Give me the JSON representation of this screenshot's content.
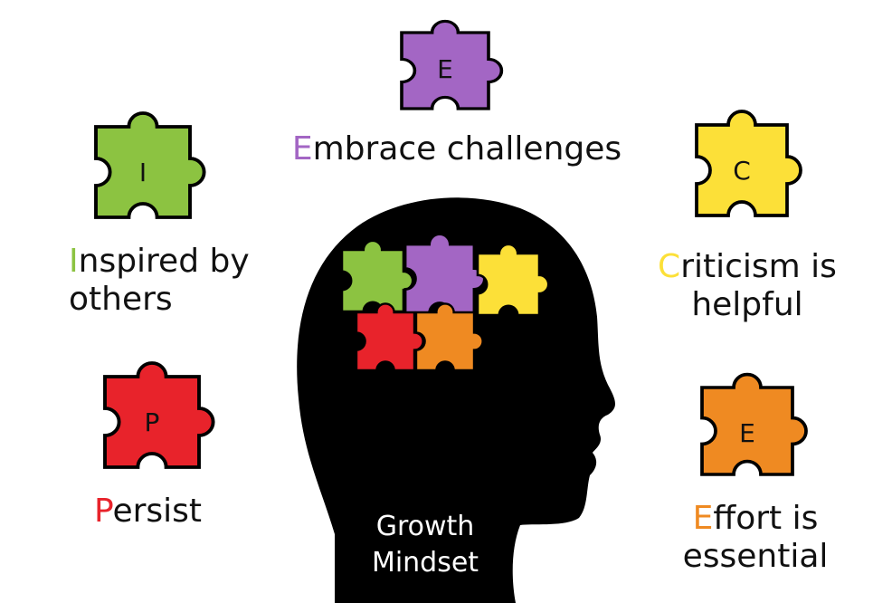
{
  "diagram": {
    "center_label": {
      "line1": "Growth",
      "line2": "Mindset"
    },
    "pieces": [
      {
        "letter": "E",
        "color": "#a366c4",
        "text_first": "E",
        "text_rest": "mbrace challenges",
        "line2": ""
      },
      {
        "letter": "I",
        "color": "#8cc341",
        "text_first": "I",
        "text_rest": "nspired by",
        "line2": "others"
      },
      {
        "letter": "C",
        "color": "#fce038",
        "text_first": "C",
        "text_rest": "riticism is",
        "line2": "helpful"
      },
      {
        "letter": "P",
        "color": "#e8232b",
        "text_first": "P",
        "text_rest": "ersist",
        "line2": ""
      },
      {
        "letter": "E",
        "color": "#ef8a22",
        "text_first": "E",
        "text_rest": "ffort is",
        "line2": "essential"
      }
    ],
    "brain_colors": [
      "#8cc341",
      "#a366c4",
      "#fce038",
      "#e8232b",
      "#ef8a22"
    ],
    "head_color": "#000000"
  }
}
